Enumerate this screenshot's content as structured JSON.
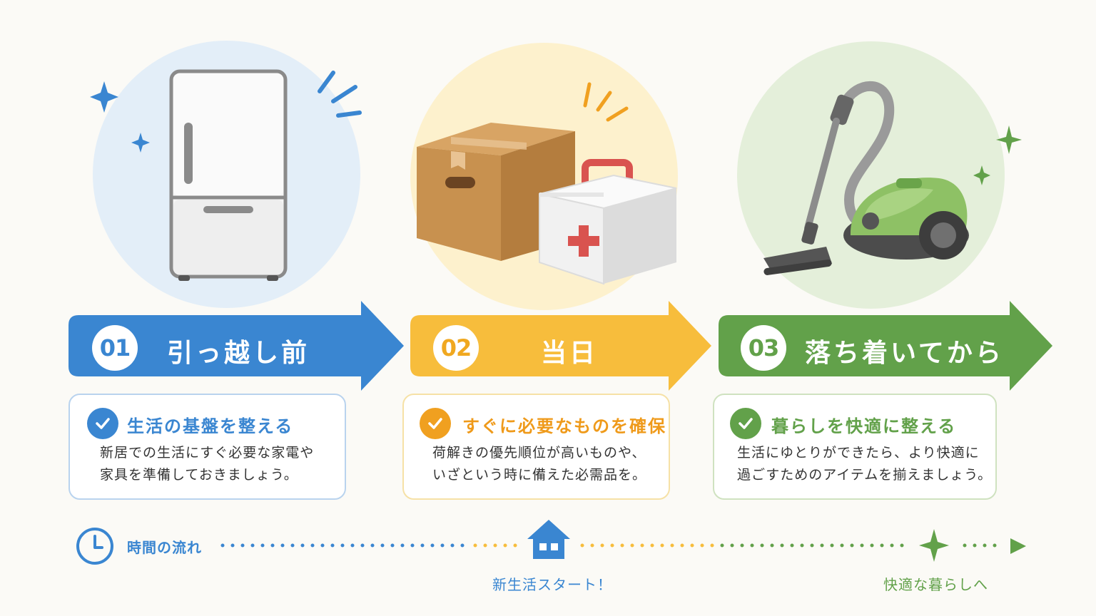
{
  "colors": {
    "blue": "#3a86d1",
    "yellow": "#f7bd3c",
    "green": "#62a14a",
    "blue_bg": "#e3eef8",
    "yellow_bg": "#fdf1cd",
    "green_bg": "#e4efda"
  },
  "steps": [
    {
      "number": "01",
      "title": "引っ越し前",
      "card_title": "生活の基盤を整える",
      "card_line1": "新居での生活にすぐ必要な家電や",
      "card_line2": "家具を準備しておきましょう。",
      "icon": "refrigerator-icon"
    },
    {
      "number": "02",
      "title": "当日",
      "card_title": "すぐに必要なものを確保",
      "card_line1": "荷解きの優先順位が高いものや、",
      "card_line2": "いざという時に備えた必需品を。",
      "icon": "box-and-first-aid-kit-icon"
    },
    {
      "number": "03",
      "title": "落ち着いてから",
      "card_title": "暮らしを快適に整える",
      "card_line1": "生活にゆとりができたら、より快適に",
      "card_line2": "過ごすためのアイテムを揃えましょう。",
      "icon": "vacuum-cleaner-icon"
    }
  ],
  "timeline": {
    "label": "時間の流れ",
    "milestone_start": "新生活スタート！",
    "milestone_end": "快適な暮らしへ",
    "icons": [
      "clock-icon",
      "house-icon",
      "sparkle-icon",
      "arrow-head-icon"
    ]
  }
}
